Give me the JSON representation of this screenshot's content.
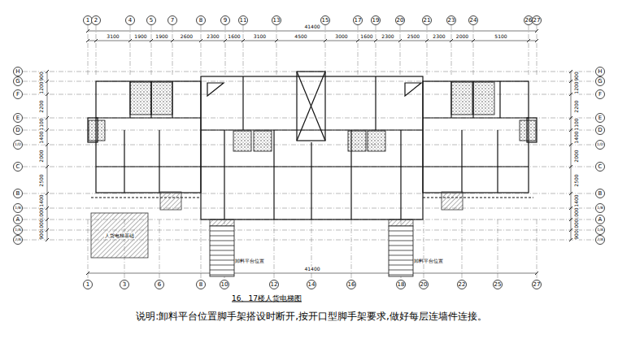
{
  "diagram": {
    "title": "16、17楼人货电梯图",
    "caption": "说明:卸料平台位置脚手架搭设时断开,按开口型脚手架要求,做好每层连墙件连接。",
    "nodes": [
      {
        "text": [
          "人货电梯基础"
        ]
      }
    ],
    "labels": [
      "1",
      "2",
      "4",
      "5",
      "7",
      "8",
      "9",
      "11",
      "13",
      "15",
      "17",
      "19",
      "20",
      "21",
      "23",
      "24",
      "26",
      "27",
      "1",
      "3",
      "6",
      "8",
      "10",
      "12",
      "14",
      "16",
      "18",
      "20",
      "22",
      "25",
      "27",
      "H",
      "G",
      "F",
      "E",
      "D",
      "1/D",
      "C",
      "B",
      "1/B",
      "A",
      "1/A",
      "2/A",
      "H",
      "G",
      "F",
      "E",
      "D",
      "1/D",
      "C",
      "B",
      "1/B",
      "A",
      "1/A",
      "2/A",
      "41400",
      "41400",
      "3100",
      "1900",
      "1900",
      "2600",
      "2300",
      "1600",
      "3100",
      "4500",
      "3000",
      "1600",
      "2300",
      "2500",
      "2300",
      "2000",
      "5100",
      "900",
      "1200",
      "2200",
      "1100",
      "1400",
      "2000",
      "2500",
      "1400",
      "1000",
      "1000",
      "900",
      "900",
      "1200",
      "2200",
      "1100",
      "1400",
      "2000",
      "2500",
      "1400",
      "1000",
      "1000",
      "900",
      "卸料平台位置",
      "卸料平台位置"
    ]
  }
}
